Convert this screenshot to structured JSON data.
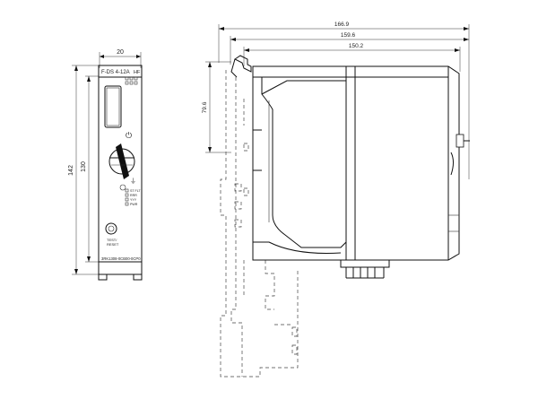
{
  "front_view": {
    "width_dim": "20",
    "height_outer_dim": "142",
    "height_inner_dim": "130",
    "module_label": "F-DS 4-12A",
    "hf_label": "HF",
    "led_labels": [
      "ST FLT",
      "RRR",
      "YYY",
      "PWR"
    ],
    "bottom_text_1": "TEST/",
    "bottom_text_2": "RESET",
    "order_number": "3RK1308-0CB00-0CP0"
  },
  "side_view": {
    "dim_total": "166.9",
    "dim_mid": "159.6",
    "dim_inner": "150.2",
    "dim_vertical": "79.6"
  }
}
